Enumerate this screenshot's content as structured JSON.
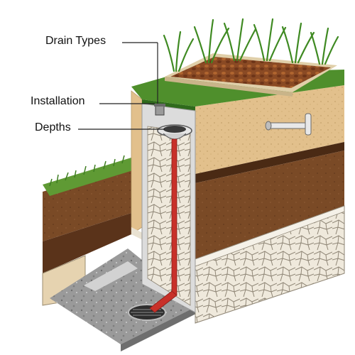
{
  "labels": {
    "drain_types": "Drain Types",
    "installation": "Installation",
    "depths": "Depths"
  },
  "colors": {
    "grass": "#4f8f2c",
    "grass_dark": "#2f6a1c",
    "topsoil": "#e2c08c",
    "subsoil": "#7a4a26",
    "subsoil_dark": "#5a331a",
    "gravel_fill": "#f2ede2",
    "pipe_red": "#c8312a",
    "stone_wall": "#d9c9a8",
    "concrete": "#b9b9b9"
  }
}
